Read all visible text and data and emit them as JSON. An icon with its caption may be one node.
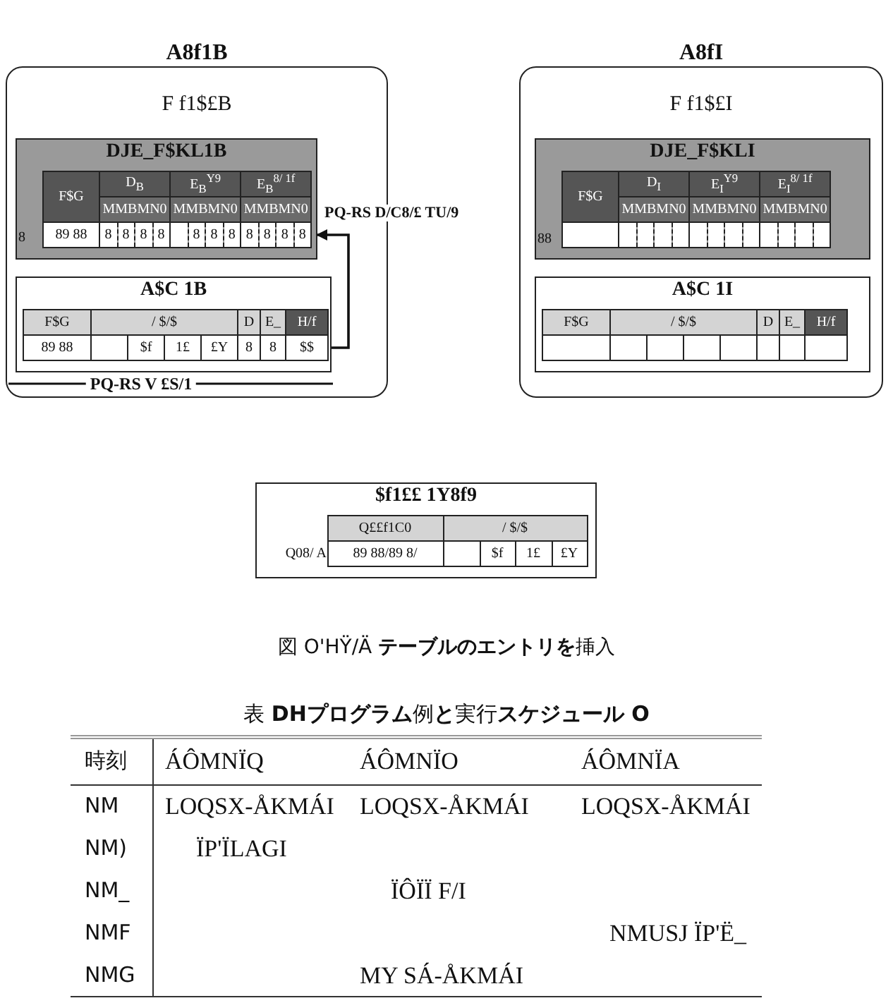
{
  "diagram": {
    "caption": "図 O'HŸ/Ä **テーブルのエントリを**挿入",
    "nodes": [
      {
        "text": [
          "A8f1B",
          "F f1$£B"
        ]
      },
      {
        "text": [
          "DJE_F$KL1B",
          "F$G",
          "D$_{B}$",
          "E$_{B}$$^{Y9}$",
          "E$_{B}$$^{8/ 1f}$",
          "MMBMN0",
          "MMBMN0",
          "MMBMN0",
          "89 88",
          "8",
          "8",
          "8",
          "8",
          "8",
          "8",
          "8",
          "8",
          "8",
          "8",
          "8"
        ],
        "in": 0
      },
      {
        "text": [
          "A$C 1B",
          "F$G",
          "/ $/$",
          "D",
          "E_",
          "H/f",
          "89 88",
          "$f",
          "1£",
          "£Y",
          "8",
          "8",
          "$$"
        ],
        "in": 0
      },
      {
        "text": [
          "A8fI",
          "F f1$£I"
        ]
      },
      {
        "text": [
          "DJE_F$KLI",
          "F$G",
          "D$_{I}$",
          "E$_{I}$$^{Y9}$",
          "E$_{I}$$^{8/ 1f}$",
          "MMBMN0",
          "MMBMN0",
          "MMBMN0"
        ],
        "in": 3
      },
      {
        "text": [
          "A$C 1I",
          "F$G",
          "/ $/$",
          "D",
          "E_",
          "H/f"
        ],
        "in": 3
      },
      {
        "text": [
          "$f1££ 1Y8f9",
          "Q££f1C0",
          "/ $/$",
          "Q08/ A",
          "89 88/89 8/",
          "$f",
          "1£",
          "£Y"
        ]
      }
    ],
    "edges": [
      {
        "from": 2,
        "to": 1,
        "arrow": "to",
        "label": "PQ-RS D/C8/£ TU/9"
      }
    ],
    "labels": [
      "8",
      "PQ-RS V £S/1",
      "88",
      "表 **DHプログラム**例**と**実行**スケジュール O**",
      "時刻",
      "ÁÔMNÏQ",
      "ÁÔMNÏO",
      "ÁÔMNÏA",
      "NM",
      "LOQSX-ÅKMÁI",
      "LOQSX-ÅKMÁI",
      "LOQSX-ÅKMÁI",
      "NM)",
      "ÏP'ÏLAGI",
      "NM_",
      "ÏÔÏÏ F/I",
      "NMF",
      "NMUSJ ÏP'Ë_",
      "NMG",
      "MY SÁ-ÅKMÁI"
    ]
  }
}
